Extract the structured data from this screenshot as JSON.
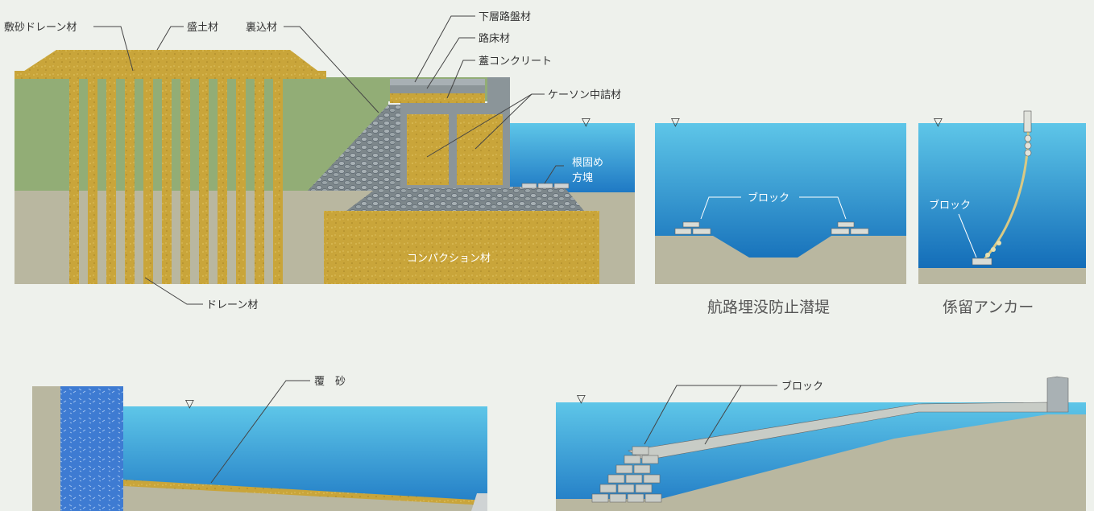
{
  "labels": {
    "shikisuna_drain": "敷砂ドレーン材",
    "morido": "盛土材",
    "uragome": "裏込材",
    "kaso_robanzai": "下層路盤材",
    "roshozai": "路床材",
    "futa_concrete": "蓋コンクリート",
    "caisson_nakazume": "ケーソン中詰材",
    "negatame_line1": "根固め",
    "negatame_line2": "方塊",
    "compaction": "コンパクション材",
    "drain": "ドレーン材",
    "block_channel": "ブロック",
    "block_anchor": "ブロック",
    "fukusa": "覆　砂",
    "block_slope": "ブロック"
  },
  "captions": {
    "channel": "航路埋没防止潜堤",
    "anchor": "係留アンカー"
  },
  "water_level_symbol": "▽",
  "colors": {
    "sand": "#c9a53a",
    "embankment": "#92ad76",
    "ground": "#b9b7a0",
    "water_top": "#58c3e6",
    "water_bottom": "#0d65b4",
    "stone": "#8a9296",
    "wall": "#3f7bd0"
  }
}
